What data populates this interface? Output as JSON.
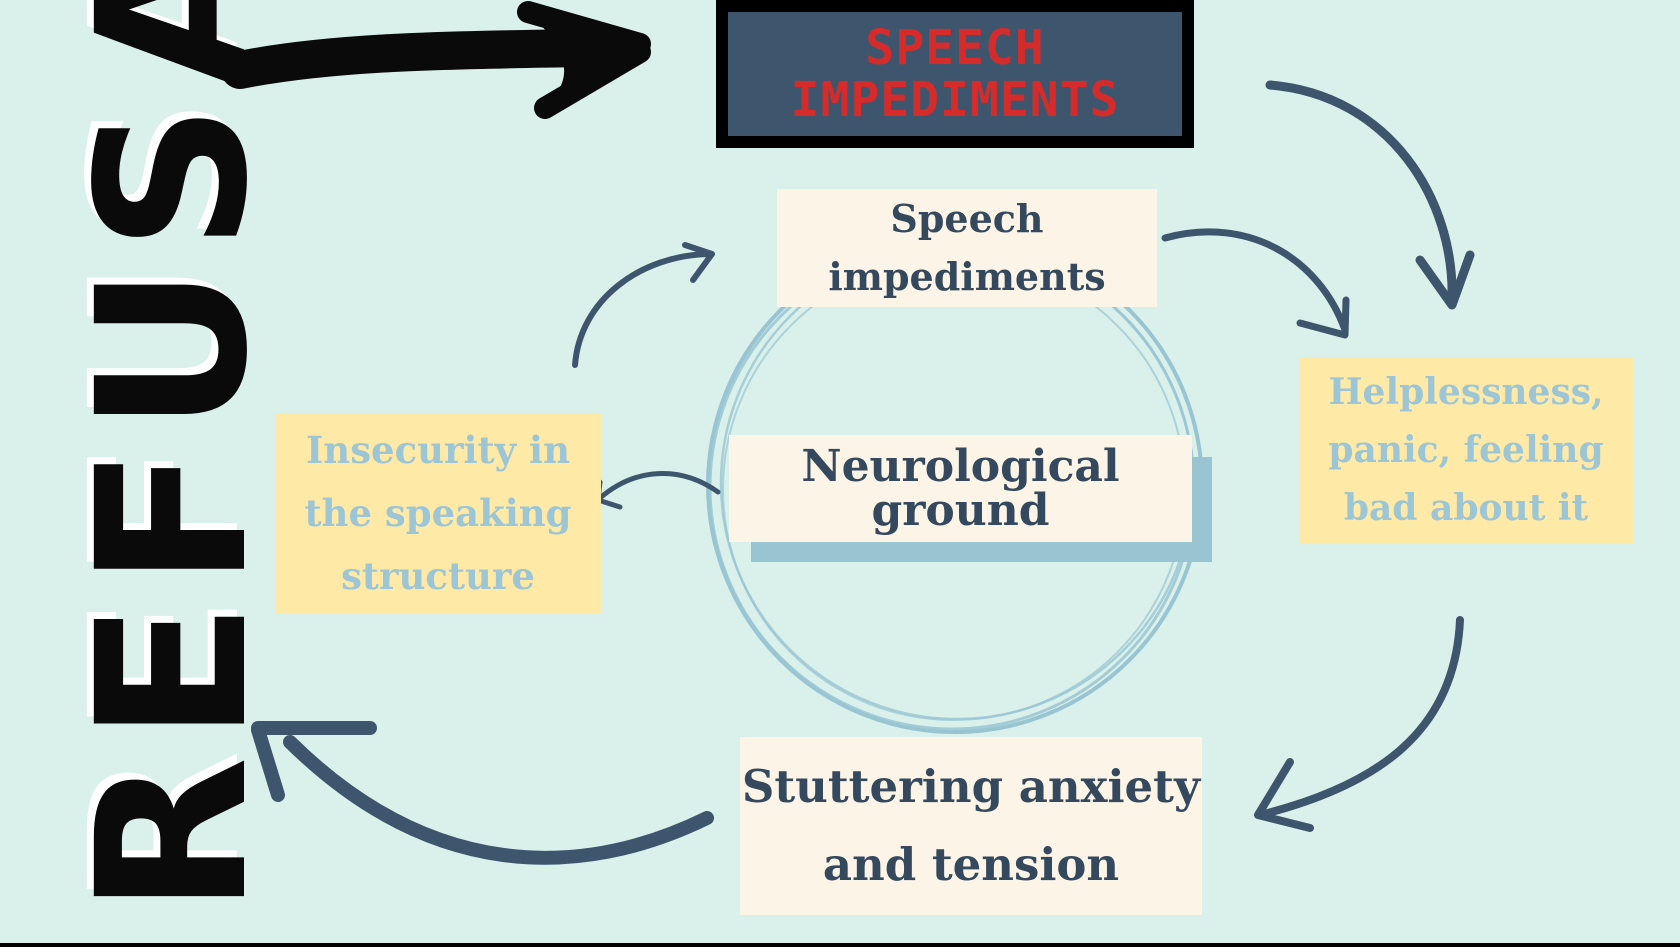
{
  "refusal_label": "REFUSAL",
  "title": "SPEECH IMPEDIMENTS",
  "nodes": {
    "top": "Speech impediments",
    "center": "Neurological ground",
    "left": "Insecurity in the speaking structure",
    "right": "Helplessness, panic, feeling bad about it",
    "bottom": "Stuttering anxiety and tension"
  },
  "colors": {
    "background": "#daf0ea",
    "title_fill": "#3d566e",
    "title_text": "#d62b2b",
    "arrow": "#3d566e",
    "circle": "#99c5d3",
    "cream_box": "#fcf4e6",
    "yellow_box": "#feeaa6",
    "yellow_text": "#9cc5d6",
    "dark_text": "#34495e"
  }
}
